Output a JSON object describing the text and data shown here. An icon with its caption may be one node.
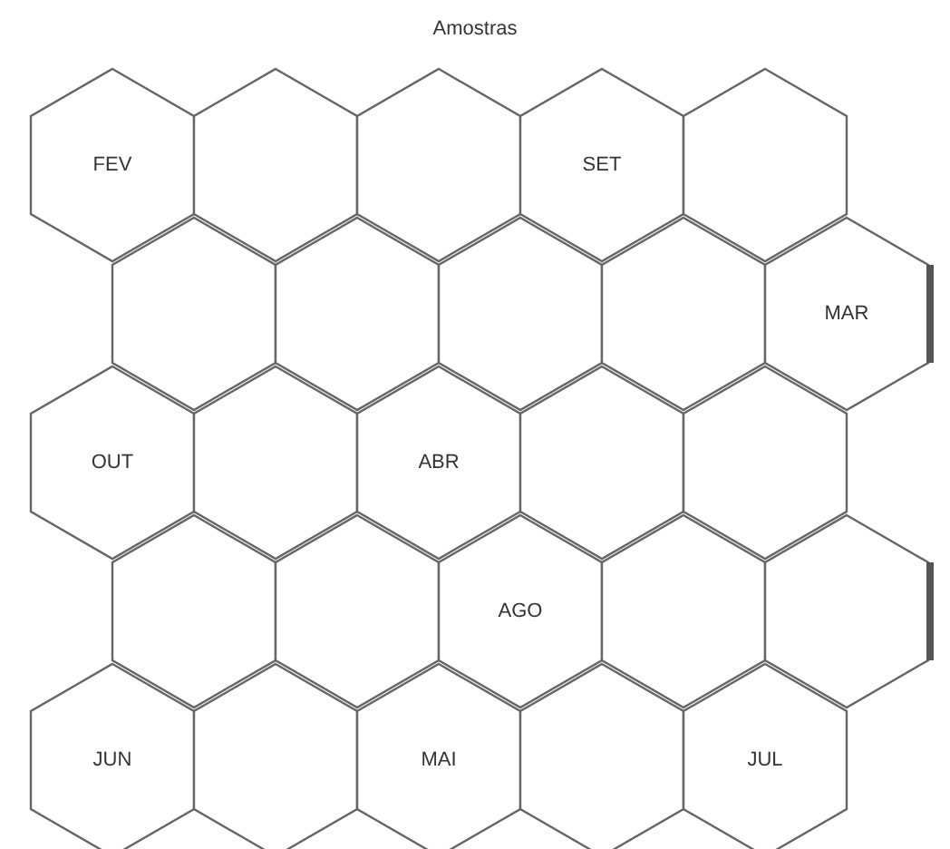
{
  "diagram": {
    "title": "Amostras",
    "nodes": [
      {
        "text": [
          "FEV"
        ]
      },
      {
        "text": [],
        "shape": "hexagon"
      },
      {
        "text": [],
        "shape": "hexagon"
      },
      {
        "text": [
          "SET"
        ]
      },
      {
        "text": [],
        "shape": "hexagon"
      },
      {
        "text": [],
        "shape": "hexagon"
      },
      {
        "text": [],
        "shape": "hexagon"
      },
      {
        "text": [],
        "shape": "hexagon"
      },
      {
        "text": [],
        "shape": "hexagon"
      },
      {
        "text": [
          "MAR"
        ]
      },
      {
        "text": [
          "OUT"
        ]
      },
      {
        "text": [],
        "shape": "hexagon"
      },
      {
        "text": [
          "ABR"
        ]
      },
      {
        "text": [],
        "shape": "hexagon"
      },
      {
        "text": [],
        "shape": "hexagon"
      },
      {
        "text": [],
        "shape": "hexagon"
      },
      {
        "text": [],
        "shape": "hexagon"
      },
      {
        "text": [
          "AGO"
        ]
      },
      {
        "text": [],
        "shape": "hexagon"
      },
      {
        "text": [],
        "shape": "hexagon"
      },
      {
        "text": [
          "JUN"
        ]
      },
      {
        "text": [],
        "shape": "hexagon"
      },
      {
        "text": [
          "MAI"
        ]
      },
      {
        "text": [],
        "shape": "hexagon"
      },
      {
        "text": [
          "JUL"
        ]
      }
    ]
  }
}
